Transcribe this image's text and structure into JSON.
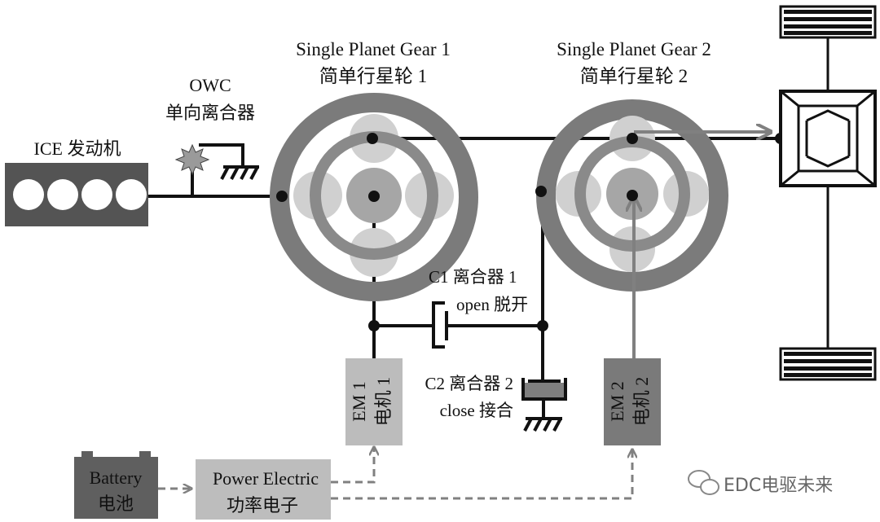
{
  "labels": {
    "spg1_en": "Single Planet Gear 1",
    "spg1_cn": "简单行星轮 1",
    "spg2_en": "Single Planet Gear 2",
    "spg2_cn": "简单行星轮 2",
    "owc_en": "OWC",
    "owc_cn": "单向离合器",
    "ice": "ICE 发动机",
    "c1_line1": "C1 离合器 1",
    "c1_line2": "open 脱开",
    "c2_line1": "C2 离合器 2",
    "c2_line2": "close 接合",
    "em1_en": "EM 1",
    "em1_cn": "电机 1",
    "em2_en": "EM 2",
    "em2_cn": "电机 2",
    "battery_en": "Battery",
    "battery_cn": "电池",
    "pe_en": "Power Electric",
    "pe_cn": "功率电子",
    "watermark": "EDC电驱未来"
  },
  "colors": {
    "ring_dark": "#7b7b7b",
    "planet_light": "#d0d0d0",
    "sun_mid": "#a6a6a6",
    "em1_box": "#bcbcbc",
    "em2_box": "#7a7a7a",
    "battery_box": "#5f5f5f",
    "pe_box": "#bdbdbd",
    "ice_box": "#545454",
    "line": "#111111",
    "arrow": "#808080"
  },
  "icons": {
    "owc": "owc-star-icon",
    "ground": "ground-icon",
    "wheel": "wheel-icon",
    "differential": "differential-icon",
    "wechat": "wechat-icon"
  }
}
